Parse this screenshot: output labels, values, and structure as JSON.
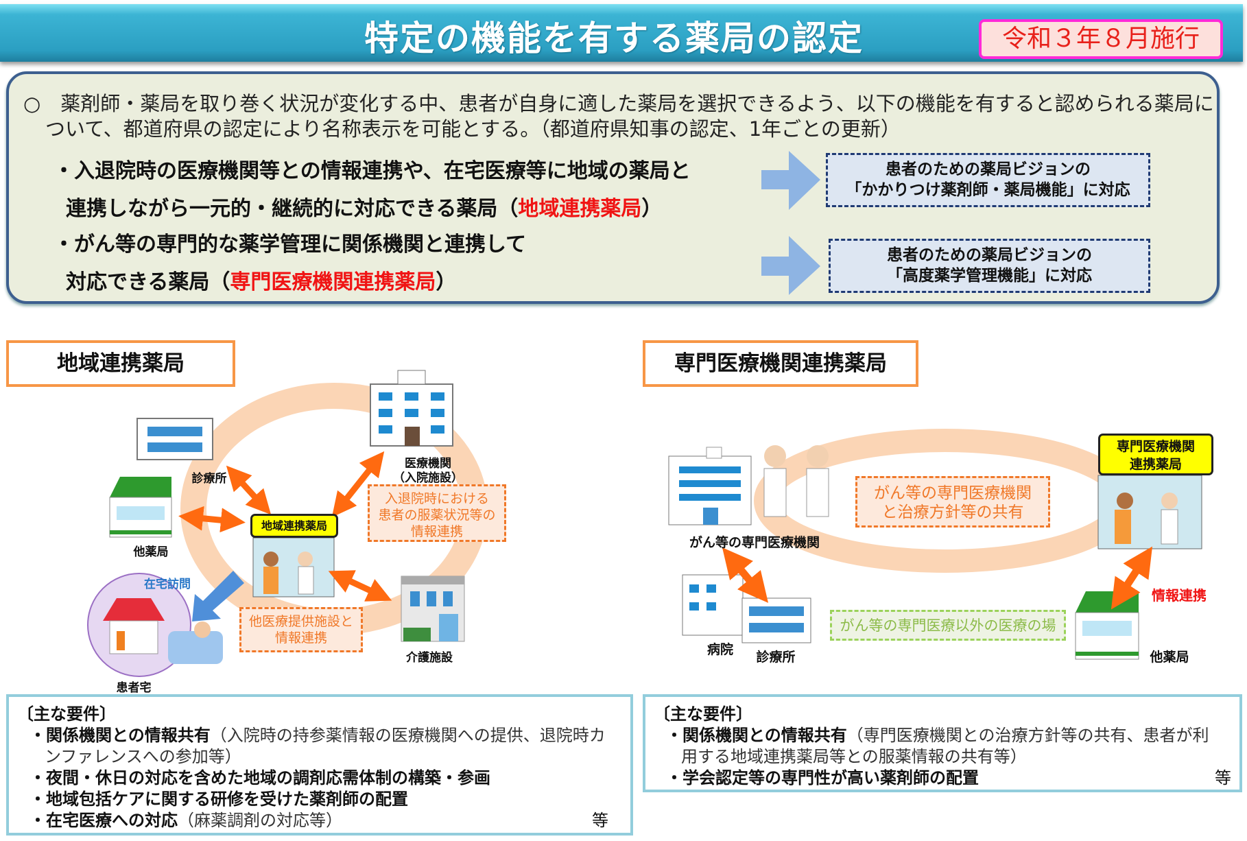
{
  "header": {
    "title": "特定の機能を有する薬局の認定",
    "badge": "令和３年８月施行"
  },
  "intro": {
    "line1": "○　薬剤師・薬局を取り巻く状況が変化する中、患者が自身に適した薬局を選択できるよう、以下の機能を有すると認められる薬局に",
    "line2": "ついて、都道府県の認定により名称表示を可能とする。（都道府県知事の認定、1年ごとの更新）",
    "bullet1_line1": "・入退院時の医療機関等との情報連携や、在宅医療等に地域の薬局と",
    "bullet1_line2": "連携しながら一元的・継続的に対応できる薬局（",
    "bullet1_red": "地域連携薬局",
    "bullet1_close": "）",
    "bullet2_line1": "・がん等の専門的な薬学管理に関係機関と連携して",
    "bullet2_line2": "対応できる薬局（",
    "bullet2_red": "専門医療機関連携薬局",
    "bullet2_close": "）",
    "vision1_line1": "患者のための薬局ビジョンの",
    "vision1_line2": "「かかりつけ薬剤師・薬局機能」に対応",
    "vision2_line1": "患者のための薬局ビジョンの",
    "vision2_line2": "「高度薬学管理機能」に対応"
  },
  "left": {
    "heading": "地域連携薬局",
    "labels": {
      "clinic": "診療所",
      "hospital_1": "医療機関",
      "hospital_2": "（入院施設）",
      "other_pharmacy": "他薬局",
      "center_sign": "地域連携薬局",
      "care_facility": "介護施設",
      "home_visit": "在宅訪問",
      "patient_home": "患者宅"
    },
    "box_admission": [
      "入退院時における",
      "患者の服薬状況等の",
      "情報連携"
    ],
    "box_other": [
      "他医療提供施設と",
      "情報連携"
    ],
    "requirements": {
      "heading": "〔主な要件〕",
      "items": [
        {
          "bold": "・関係機関との情報共有",
          "normal": "（入院時の持参薬情報の医療機関への提供、退院時カ",
          "cont": "ンファレンスへの参加等）"
        },
        {
          "bold": "・夜間・休日の対応を含めた地域の調剤応需体制の構築・参画"
        },
        {
          "bold": "・地域包括ケアに関する研修を受けた薬剤師の配置"
        },
        {
          "bold": "・在宅医療への対応",
          "normal": "（麻薬調剤の対応等）"
        }
      ],
      "etc": "等"
    }
  },
  "right": {
    "heading": "専門医療機関連携薬局",
    "labels": {
      "specialist": "がん等の専門医療機関",
      "sign_line1": "専門医療機関",
      "sign_line2": "連携薬局",
      "hospital": "病院",
      "clinic": "診療所",
      "other_pharmacy": "他薬局",
      "info_link": "情報連携"
    },
    "box_share": [
      "がん等の専門医療機関",
      "と治療方針等の共有"
    ],
    "box_other": "がん等の専門医療以外の医療の場",
    "requirements": {
      "heading": "〔主な要件〕",
      "items": [
        {
          "bold": "・関係機関との情報共有",
          "normal": "（専門医療機関との治療方針等の共有、患者が利",
          "cont": "用する地域連携薬局等との服薬情報の共有等）"
        },
        {
          "bold": "・学会認定等の専門性が高い薬剤師の配置"
        }
      ],
      "etc": "等"
    }
  },
  "colors": {
    "banner": "#2b9fc2",
    "badge_border": "#ff2bd8",
    "accent_red": "#f01414",
    "orange": "#f07828",
    "ring": "#fbd5b5",
    "vision_border": "#1f3a73"
  }
}
